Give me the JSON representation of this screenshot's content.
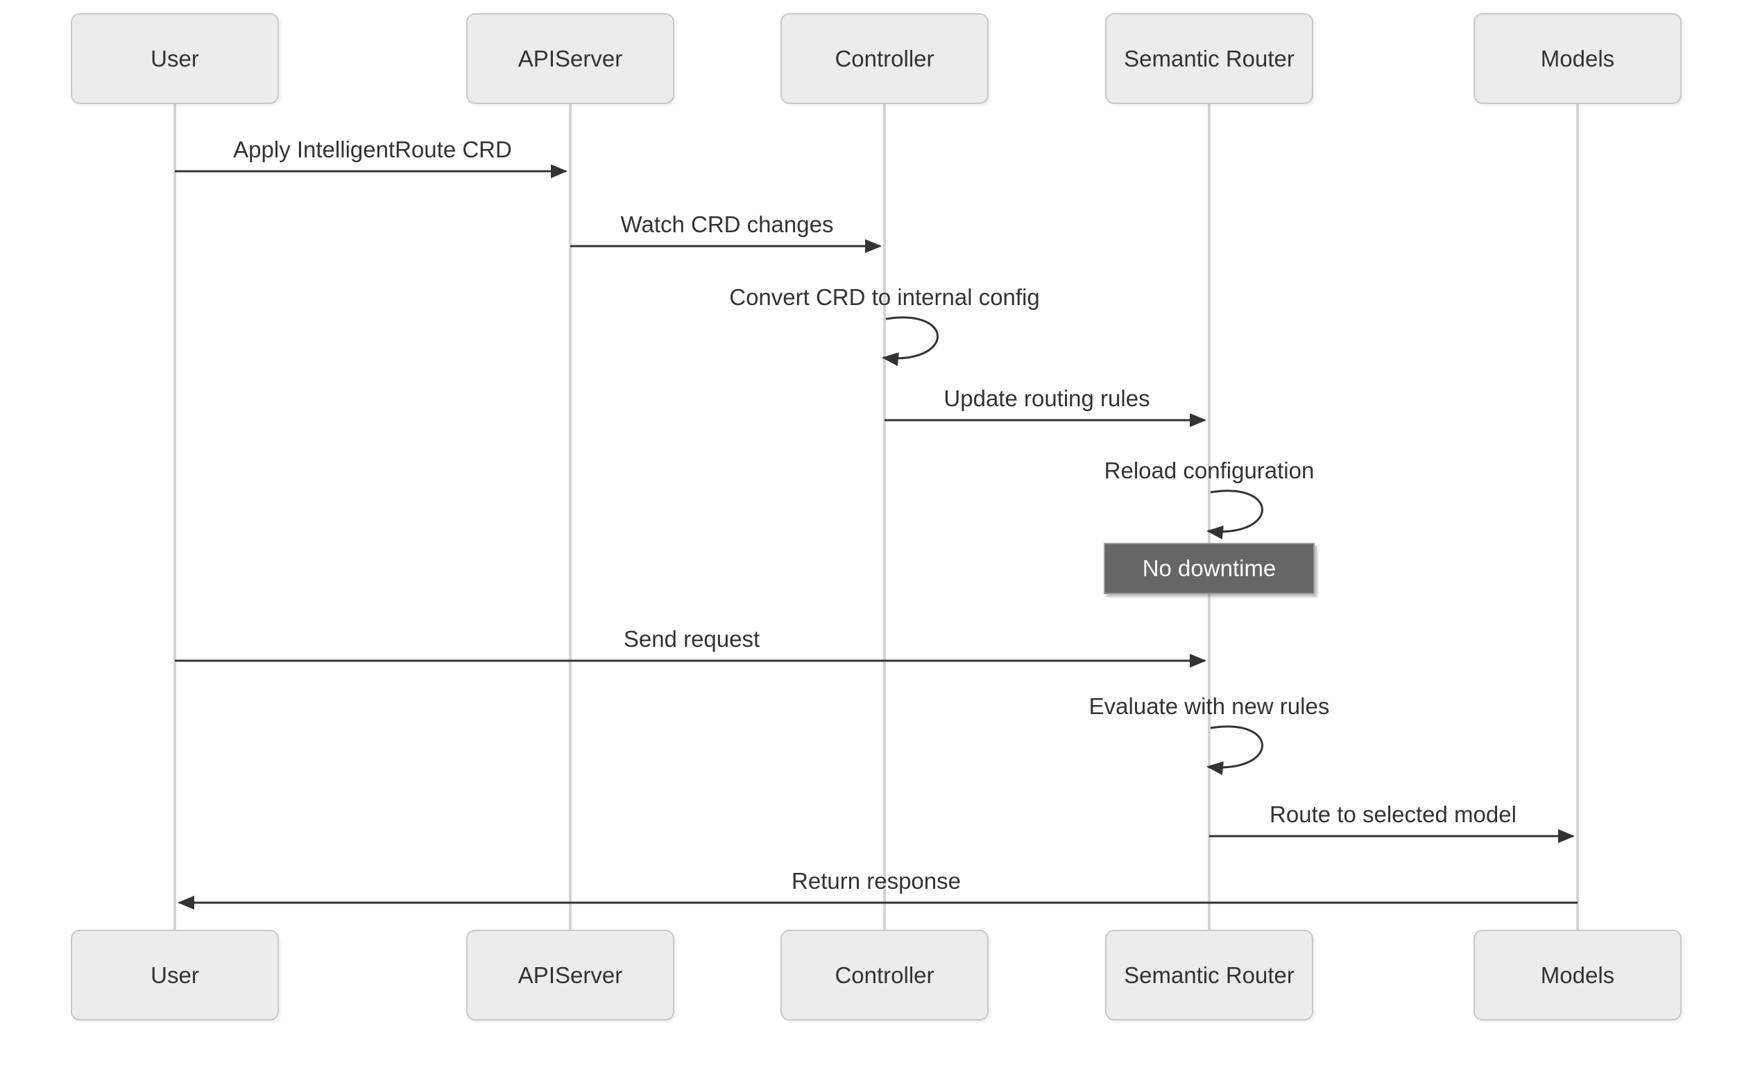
{
  "diagram": {
    "kind": "sequence-diagram",
    "actors": [
      "User",
      "APIServer",
      "Controller",
      "Semantic Router",
      "Models"
    ],
    "messages": [
      {
        "from": "User",
        "to": "APIServer",
        "label": "Apply IntelligentRoute CRD",
        "type": "arrow"
      },
      {
        "from": "APIServer",
        "to": "Controller",
        "label": "Watch CRD changes",
        "type": "arrow"
      },
      {
        "from": "Controller",
        "to": "Controller",
        "label": "Convert CRD to internal config",
        "type": "self"
      },
      {
        "from": "Controller",
        "to": "Semantic Router",
        "label": "Update routing rules",
        "type": "arrow"
      },
      {
        "from": "Semantic Router",
        "to": "Semantic Router",
        "label": "Reload configuration",
        "type": "self"
      },
      {
        "from": "User",
        "to": "Semantic Router",
        "label": "Send request",
        "type": "arrow"
      },
      {
        "from": "Semantic Router",
        "to": "Semantic Router",
        "label": "Evaluate with new rules",
        "type": "self"
      },
      {
        "from": "Semantic Router",
        "to": "Models",
        "label": "Route to selected model",
        "type": "arrow"
      },
      {
        "from": "Models",
        "to": "User",
        "label": "Return response",
        "type": "arrow"
      }
    ],
    "note": {
      "over": "Semantic Router",
      "label": "No downtime"
    },
    "colors": {
      "background": "#ffffff",
      "actor_fill": "#ececec",
      "actor_border": "#c9c9c9",
      "lifeline": "#d4d4d4",
      "arrow": "#333333",
      "text": "#333333",
      "note_fill": "#666666",
      "note_border": "#999999",
      "note_text": "#ffffff"
    }
  }
}
